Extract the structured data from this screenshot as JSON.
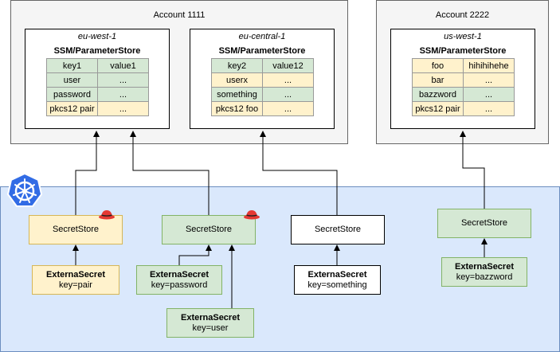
{
  "accounts": [
    {
      "title": "Account 1111"
    },
    {
      "title": "Account 2222"
    }
  ],
  "regions": [
    {
      "name": "eu-west-1",
      "store": "SSM/ParameterStore",
      "rows": [
        {
          "key": "key1",
          "value": "value1",
          "color": "green"
        },
        {
          "key": "user",
          "value": "...",
          "color": "green"
        },
        {
          "key": "password",
          "value": "...",
          "color": "green"
        },
        {
          "key": "pkcs12 pair",
          "value": "...",
          "color": "yellow"
        }
      ]
    },
    {
      "name": "eu-central-1",
      "store": "SSM/ParameterStore",
      "rows": [
        {
          "key": "key2",
          "value": "value12",
          "color": "green"
        },
        {
          "key": "userx",
          "value": "...",
          "color": "yellow"
        },
        {
          "key": "something",
          "value": "...",
          "color": "green"
        },
        {
          "key": "pkcs12 foo",
          "value": "...",
          "color": "yellow"
        }
      ]
    },
    {
      "name": "us-west-1",
      "store": "SSM/ParameterStore",
      "rows": [
        {
          "key": "foo",
          "value": "hihihihehe",
          "color": "yellow"
        },
        {
          "key": "bar",
          "value": "...",
          "color": "yellow"
        },
        {
          "key": "bazzword",
          "value": "...",
          "color": "green"
        },
        {
          "key": "pkcs12 pair",
          "value": "...",
          "color": "yellow"
        }
      ]
    }
  ],
  "secret_stores": [
    {
      "label": "SecretStore",
      "color": "#fff2cc"
    },
    {
      "label": "SecretStore",
      "color": "#d5e8d4"
    },
    {
      "label": "SecretStore",
      "color": "#ffffff"
    },
    {
      "label": "SecretStore",
      "color": "#d5e8d4"
    }
  ],
  "external_secrets": [
    {
      "title": "ExternaSecret",
      "key": "key=pair"
    },
    {
      "title": "ExternaSecret",
      "key": "key=password"
    },
    {
      "title": "ExternaSecret",
      "key": "key=user"
    },
    {
      "title": "ExternaSecret",
      "key": "key=something"
    },
    {
      "title": "ExternaSecret",
      "key": "key=bazzword"
    }
  ],
  "icons": {
    "kubernetes": "kubernetes-icon",
    "hat": "redhat-icon"
  },
  "colors": {
    "green_fill": "#d5e8d4",
    "yellow_fill": "#fff2cc",
    "k8s_fill": "#dae8fc",
    "k8s_logo": "#326ce5",
    "hat_red": "#e53935"
  }
}
